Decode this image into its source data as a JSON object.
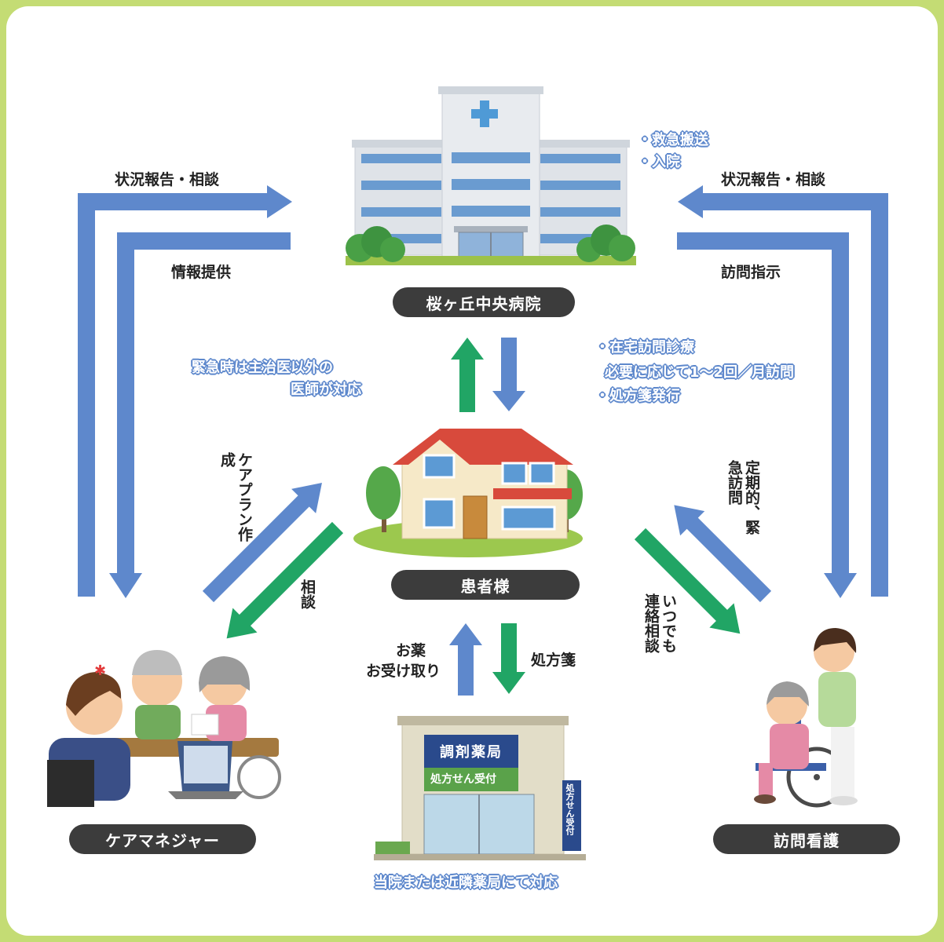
{
  "hospital": {
    "name": "桜ヶ丘中央病院",
    "services": [
      "・救急搬送",
      "・入院"
    ]
  },
  "patient": {
    "name": "患者様"
  },
  "care_manager": {
    "name": "ケアマネジャー"
  },
  "visiting_nurse": {
    "name": "訪問看護"
  },
  "pharmacy": {
    "sign": "調剤薬局",
    "banner": "処方せん受付",
    "side_sign": "処方せん受付",
    "caption": "当院または近隣薬局にて対応"
  },
  "links": {
    "left_top": "状況報告・相談",
    "left_bottom": "情報提供",
    "right_top": "状況報告・相談",
    "right_bottom": "訪問指示",
    "care_plan": "ケアプラン作成",
    "consult": "相談",
    "regular_visit": "定期的、緊急訪問",
    "contact": "いつでも連絡相談",
    "medicine": [
      "お薬",
      "お受け取り"
    ],
    "prescription": "処方箋"
  },
  "notes": {
    "emergency": [
      "緊急時は主治医以外の",
      "医師が対応"
    ],
    "home_visit": [
      "・在宅訪問診療",
      "必要に応じて1〜2回／月訪問",
      "・処方箋発行"
    ]
  },
  "colors": {
    "blue": "#5e88cc",
    "green": "#21a565",
    "background": "#c4dc74",
    "pill": "#3c3c3c"
  }
}
